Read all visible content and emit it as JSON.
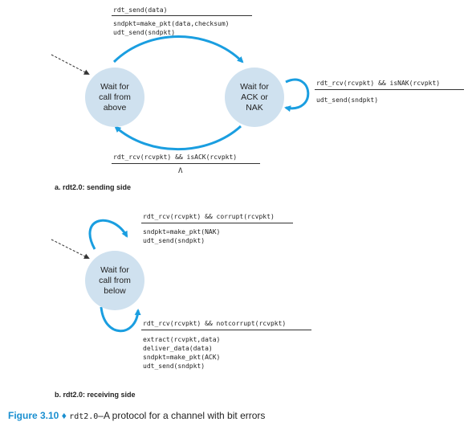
{
  "sender": {
    "state_left": "Wait for\ncall from\nabove",
    "state_right": "Wait for\nACK or\nNAK",
    "top_event": "rdt_send(data)",
    "top_action_1": "sndpkt=make_pkt(data,checksum)",
    "top_action_2": "udt_send(sndpkt)",
    "loop_event": "rdt_rcv(rcvpkt) && isNAK(rcvpkt)",
    "loop_action": "udt_send(sndpkt)",
    "bottom_event": "rdt_rcv(rcvpkt) && isACK(rcvpkt)",
    "bottom_action": "Λ",
    "caption": "a. rdt2.0: sending side"
  },
  "receiver": {
    "state": "Wait for\ncall from\nbelow",
    "top_event": "rdt_rcv(rcvpkt) && corrupt(rcvpkt)",
    "top_action_1": "sndpkt=make_pkt(NAK)",
    "top_action_2": "udt_send(sndpkt)",
    "bottom_event": "rdt_rcv(rcvpkt) && notcorrupt(rcvpkt)",
    "bottom_action_1": "extract(rcvpkt,data)",
    "bottom_action_2": "deliver_data(data)",
    "bottom_action_3": "sndpkt=make_pkt(ACK)",
    "bottom_action_4": "udt_send(sndpkt)",
    "caption": "b. rdt2.0: receiving side"
  },
  "figure": {
    "number": "Figure 3.10",
    "separator": "♦",
    "code": "rdt2.0",
    "description": "–A protocol for a channel with bit errors"
  },
  "colors": {
    "arrow": "#1a9ee0",
    "state_fill": "#cfe1ef",
    "figure_number": "#1a8fd0"
  }
}
